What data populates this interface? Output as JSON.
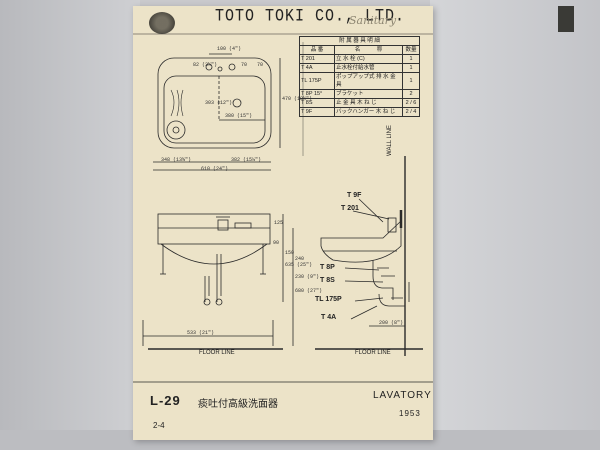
{
  "header": {
    "company": "TOTO TOKI CO., LTD.",
    "script_mark": "Sanitary"
  },
  "parts_table": {
    "title": "附 属 器 具 明 細",
    "columns": [
      "品 番",
      "名　　　称",
      "数量"
    ],
    "rows": [
      {
        "code": "T 201",
        "name": "立 水 栓 (C)",
        "qty": "1"
      },
      {
        "code": "T 4A",
        "name": "止水栓付給水管",
        "qty": "1"
      },
      {
        "code": "TL 175P",
        "name": "ポップアップ式 排 水 金 具",
        "qty": "1"
      },
      {
        "code": "T 8P 15°",
        "name": "ブラケット",
        "qty": "2"
      },
      {
        "code": "T 8S",
        "name": "止 金 具 木 ね じ",
        "qty": "2 / 6"
      },
      {
        "code": "T 9F",
        "name": "バックハンガー 木 ね じ",
        "qty": "2 / 4"
      }
    ]
  },
  "callouts": [
    "T 9F",
    "T 201",
    "T 8P",
    "T 8S",
    "TL 175P",
    "T 4A"
  ],
  "dimensions": [
    "100 (4\")",
    "82 (3¼\")",
    "70",
    "70",
    "303 (12\")",
    "380 (15\")",
    "470 (18½\")",
    "348 (13⅝\")",
    "382 (15⅛\")",
    "610 (24\")",
    "125",
    "90",
    "150",
    "635 (25\")",
    "240",
    "680 (27\")",
    "230 (9\")",
    "533 (21\")",
    "200 (8\")"
  ],
  "labels": {
    "floor_line": "FLOOR LINE",
    "wall_line": "WALL LINE"
  },
  "footer": {
    "model": "L-29",
    "page": "2-4",
    "japanese_name": "痰吐付高級洗面器",
    "product": "LAVATORY",
    "year": "1953"
  }
}
